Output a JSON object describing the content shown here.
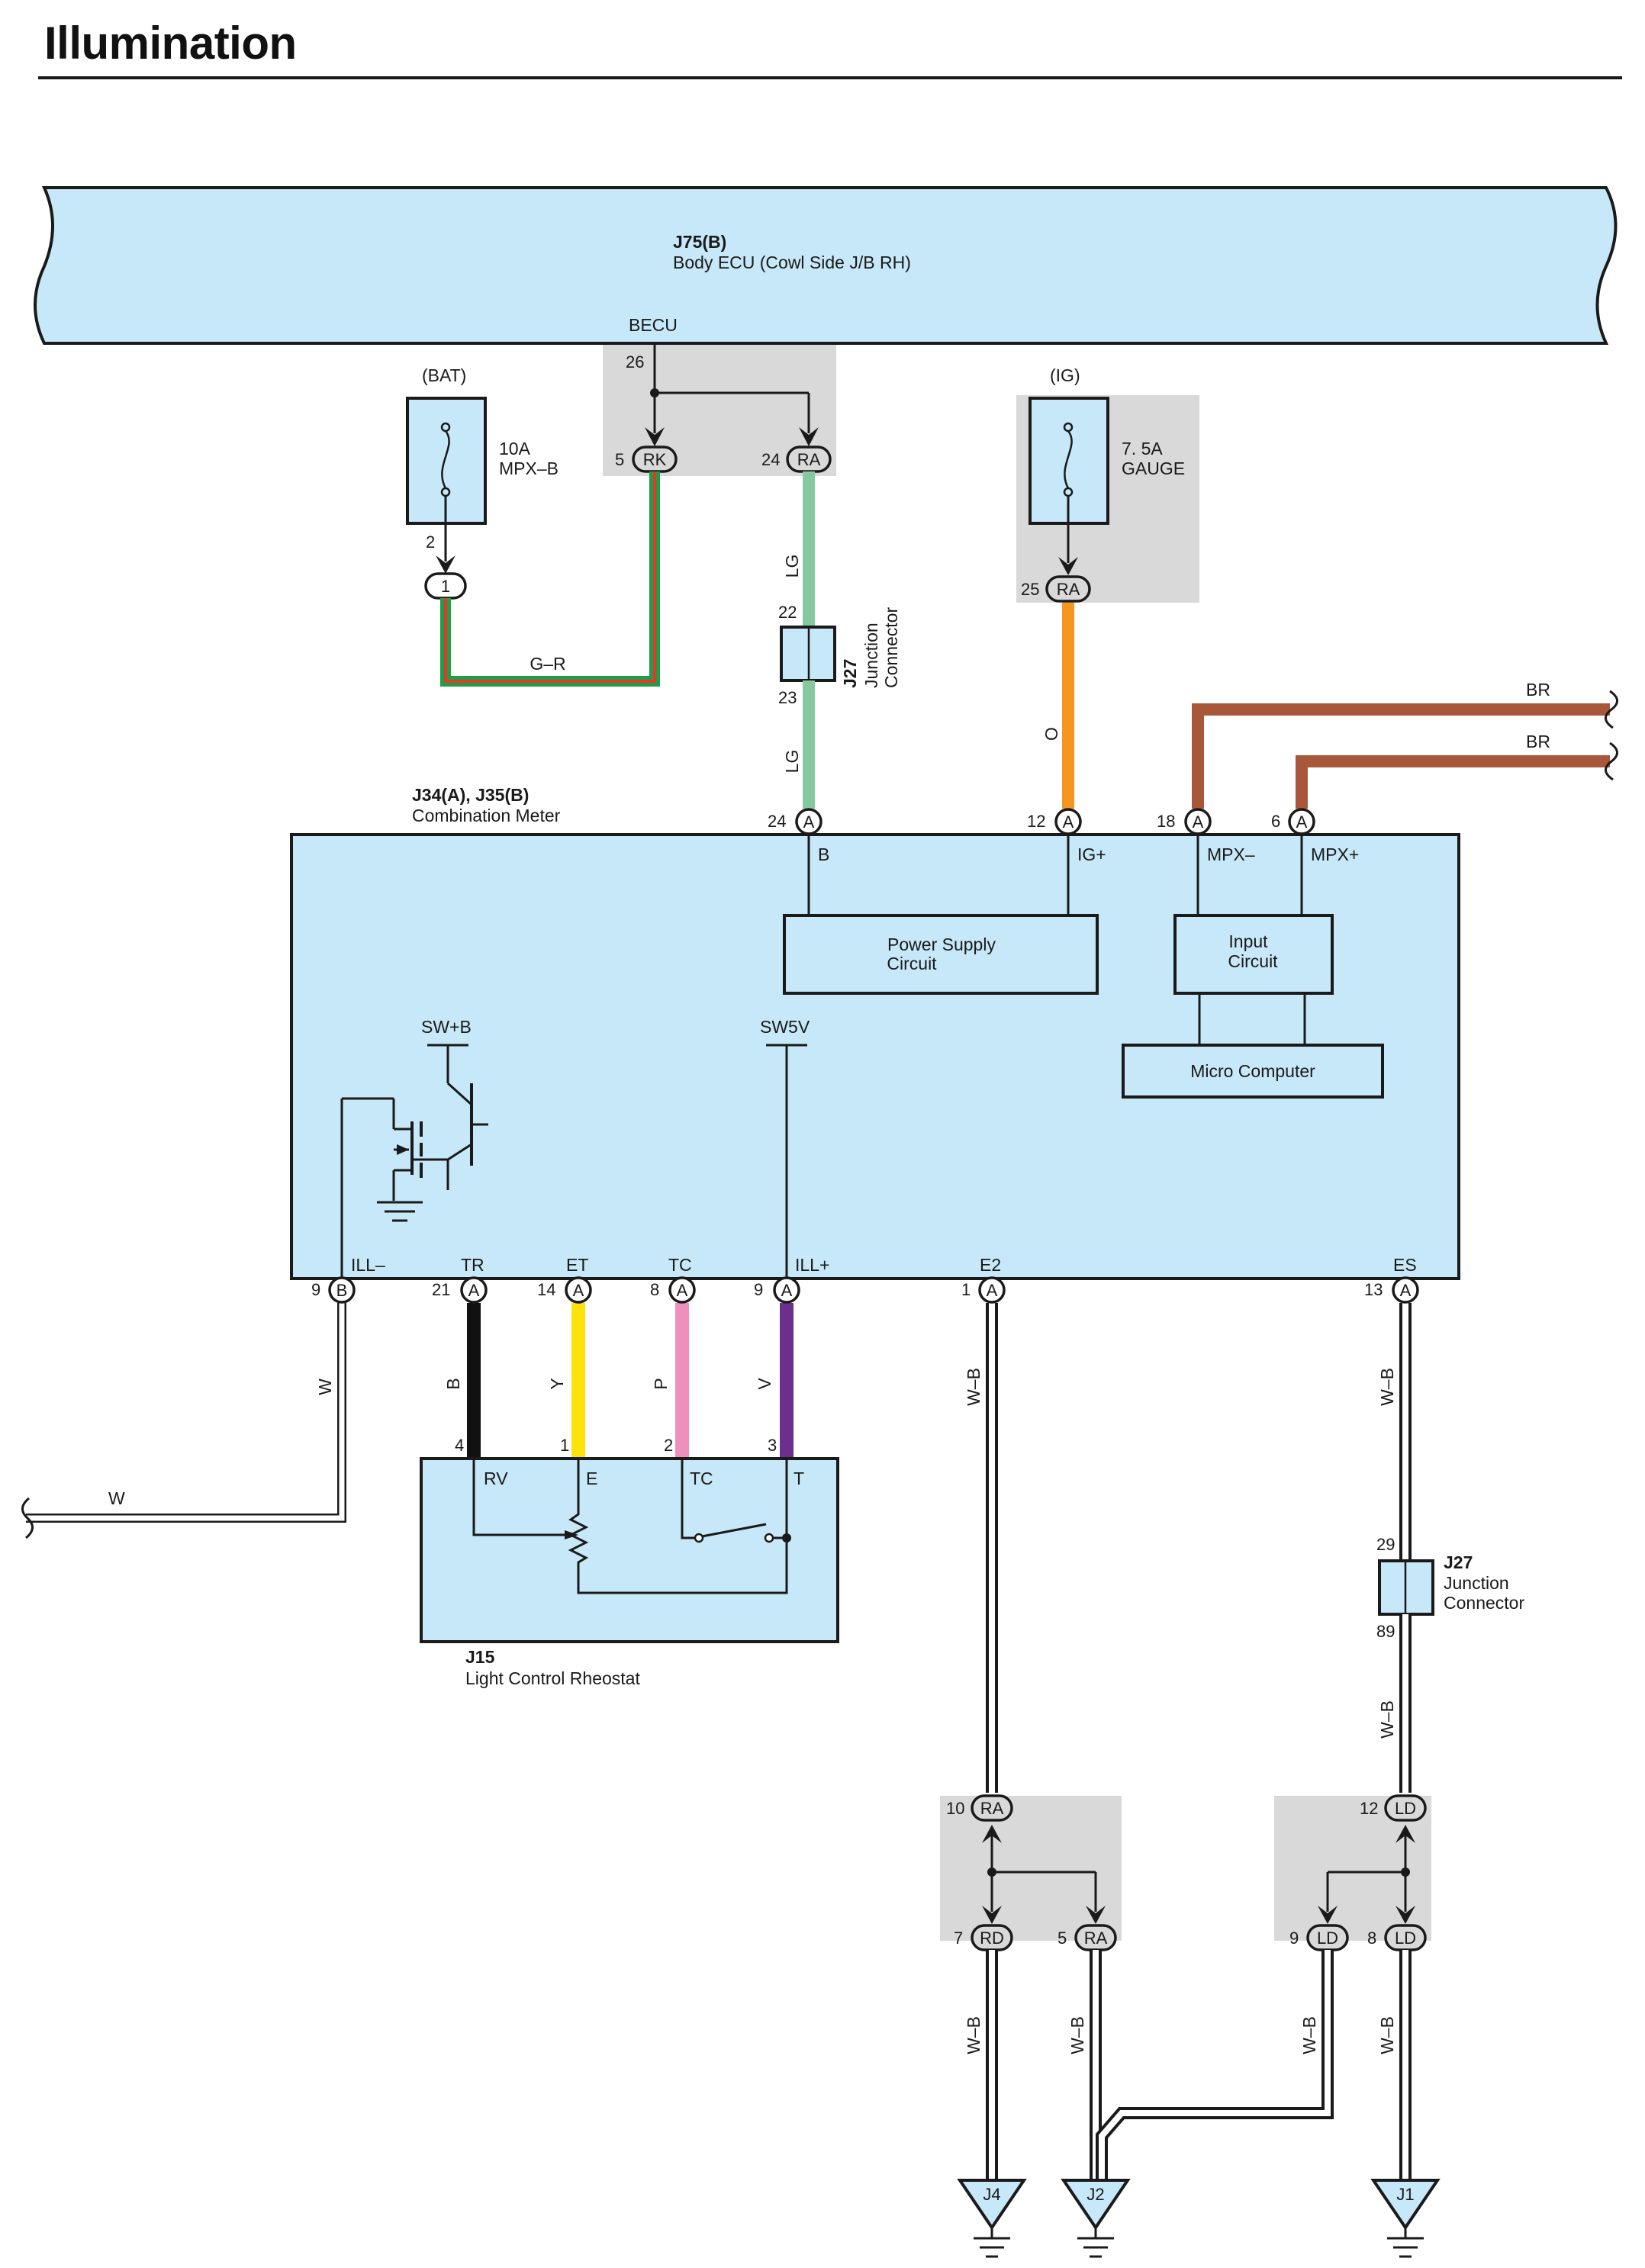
{
  "title": "Illumination",
  "colors": {
    "component_fill": "#c7e8f8",
    "splice_fill": "#d9d9d9",
    "wire_G": "#1e9e45",
    "wire_R": "#e8362f",
    "wire_LG": "#86c99f",
    "wire_O": "#f4961f",
    "wire_BR": "#a8573a",
    "wire_B": "#111111",
    "wire_Y": "#ffe20a",
    "wire_P": "#ef8fbc",
    "wire_V": "#6b2f8c",
    "wire_W": "#ffffff"
  },
  "body_ecu": {
    "id": "J75(B)",
    "name": "Body ECU (Cowl Side J/B RH)",
    "pin_group": "BECU",
    "pin_26": "26",
    "pin_5": "5",
    "conn_5": "RK",
    "pin_24": "24",
    "conn_24": "RA"
  },
  "fuse_bat": {
    "source": "(BAT)",
    "rating": "10A",
    "name": "MPX–B",
    "pin": "2",
    "conn": "1"
  },
  "fuse_ig": {
    "source": "(IG)",
    "rating": "7. 5A",
    "name": "GAUGE",
    "pin": "25",
    "conn": "RA"
  },
  "wires": {
    "g_r": "G–R",
    "lg_top": "LG",
    "lg_bottom": "LG",
    "o": "O",
    "br_top": "BR",
    "br_bottom": "BR",
    "w_vert": "W",
    "w_horiz": "W",
    "b": "B",
    "y": "Y",
    "p": "P",
    "v": "V",
    "wb_e2": "W–B",
    "wb_es": "W–B",
    "wb_j27": "W–B",
    "wb_rd": "W–B",
    "wb_ra": "W–B",
    "wb_ld9": "W–B",
    "wb_ld8": "W–B"
  },
  "j27_top": {
    "id": "J27",
    "name_1": "Junction",
    "name_2": "Connector",
    "pin_in": "22",
    "pin_out": "23"
  },
  "j27_bottom": {
    "id": "J27",
    "name_1": "Junction",
    "name_2": "Connector",
    "pin_in": "29",
    "pin_out": "89"
  },
  "meter": {
    "id": "J34(A), J35(B)",
    "name": "Combination Meter",
    "top_pins": [
      {
        "num": "24",
        "conn": "A",
        "label": "B"
      },
      {
        "num": "12",
        "conn": "A",
        "label": "IG+"
      },
      {
        "num": "18",
        "conn": "A",
        "label": "MPX–"
      },
      {
        "num": "6",
        "conn": "A",
        "label": "MPX+"
      }
    ],
    "bottom_pins": [
      {
        "num": "9",
        "conn": "B",
        "label": "ILL–"
      },
      {
        "num": "21",
        "conn": "A",
        "label": "TR"
      },
      {
        "num": "14",
        "conn": "A",
        "label": "ET"
      },
      {
        "num": "8",
        "conn": "A",
        "label": "TC"
      },
      {
        "num": "9",
        "conn": "A",
        "label": "ILL+"
      },
      {
        "num": "1",
        "conn": "A",
        "label": "E2"
      },
      {
        "num": "13",
        "conn": "A",
        "label": "ES"
      }
    ],
    "power_supply_1": "Power Supply",
    "power_supply_2": "Circuit",
    "input_1": "Input",
    "input_2": "Circuit",
    "micro": "Micro Computer",
    "swb": "SW+B",
    "sw5v": "SW5V"
  },
  "rheostat": {
    "id": "J15",
    "name": "Light Control Rheostat",
    "pins": [
      {
        "num": "4",
        "label": "RV"
      },
      {
        "num": "1",
        "label": "E"
      },
      {
        "num": "2",
        "label": "TC"
      },
      {
        "num": "3",
        "label": "T"
      }
    ]
  },
  "splice_ra": {
    "in_num": "10",
    "in_conn": "RA",
    "out1_num": "7",
    "out1_conn": "RD",
    "out2_num": "5",
    "out2_conn": "RA"
  },
  "splice_ld": {
    "in_num": "12",
    "in_conn": "LD",
    "out1_num": "9",
    "out1_conn": "LD",
    "out2_num": "8",
    "out2_conn": "LD"
  },
  "grounds": {
    "j4": "J4",
    "j2": "J2",
    "j1": "J1"
  }
}
